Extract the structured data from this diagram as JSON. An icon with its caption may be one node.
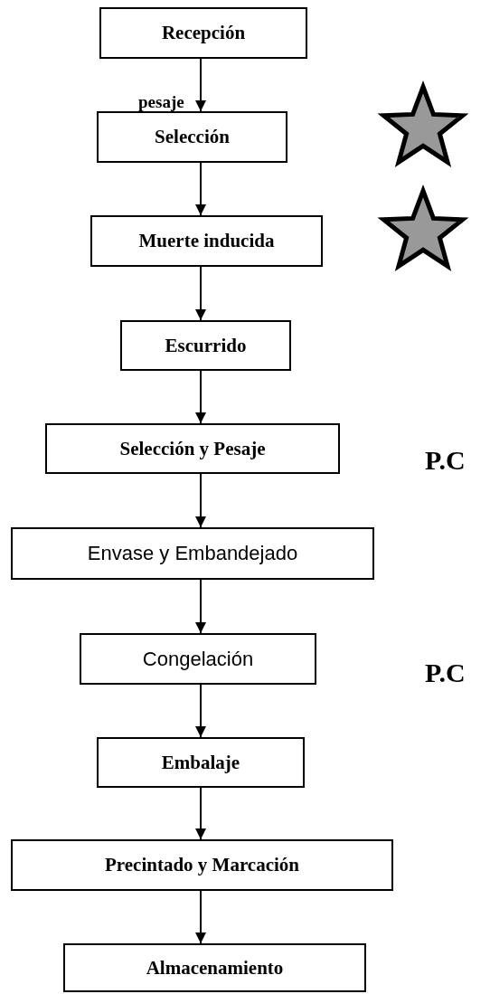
{
  "diagram": {
    "nodes": [
      {
        "text": [
          "Recepción"
        ]
      },
      {
        "text": [
          "Selección"
        ]
      },
      {
        "text": [
          "Muerte inducida"
        ]
      },
      {
        "text": [
          "Escurrido"
        ]
      },
      {
        "text": [
          "Selección y Pesaje"
        ]
      },
      {
        "text": [
          "Envase y Embandejado"
        ]
      },
      {
        "text": [
          "Congelación"
        ]
      },
      {
        "text": [
          "Embalaje"
        ]
      },
      {
        "text": [
          "Precintado y Marcación"
        ]
      },
      {
        "text": [
          "Almacenamiento"
        ]
      }
    ],
    "edges": [
      {
        "from": 0,
        "to": 1,
        "arrow": "to",
        "label": "pesaje"
      },
      {
        "from": 1,
        "to": 2,
        "arrow": "to"
      },
      {
        "from": 2,
        "to": 3,
        "arrow": "to"
      },
      {
        "from": 3,
        "to": 4,
        "arrow": "to"
      },
      {
        "from": 4,
        "to": 5,
        "arrow": "to"
      },
      {
        "from": 5,
        "to": 6,
        "arrow": "to"
      },
      {
        "from": 6,
        "to": 7,
        "arrow": "to"
      },
      {
        "from": 7,
        "to": 8,
        "arrow": "to"
      },
      {
        "from": 8,
        "to": 9,
        "arrow": "to"
      }
    ],
    "labels": [
      "P.C",
      "P.C"
    ]
  }
}
